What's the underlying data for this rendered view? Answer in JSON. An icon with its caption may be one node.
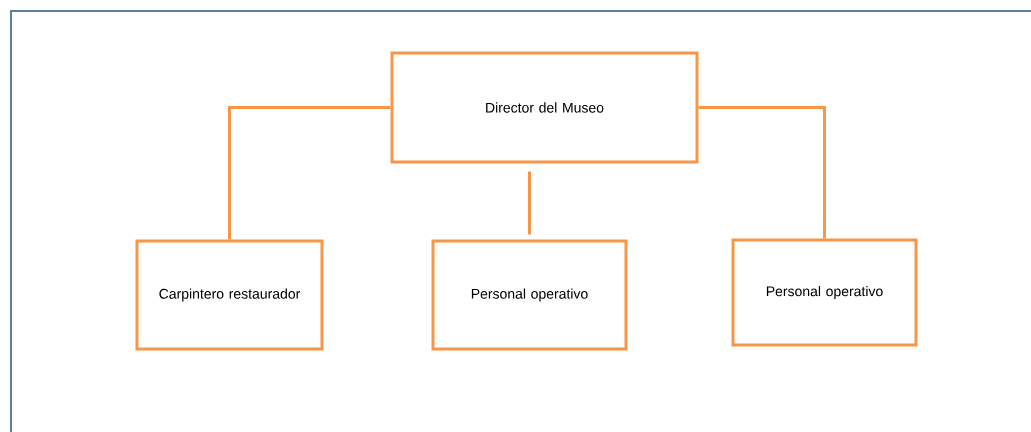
{
  "diagram": {
    "nodes": [
      {
        "text": [
          "Director del Museo"
        ]
      },
      {
        "text": [
          "Carpintero restaurador"
        ]
      },
      {
        "text": [
          "Personal operativo"
        ]
      },
      {
        "text": [
          "Personal operativo"
        ]
      }
    ],
    "edges": [
      {
        "from": 0,
        "to": 1,
        "arrow": "none"
      },
      {
        "from": 0,
        "to": 2,
        "arrow": "none"
      },
      {
        "from": 0,
        "to": 3,
        "arrow": "none"
      }
    ]
  }
}
